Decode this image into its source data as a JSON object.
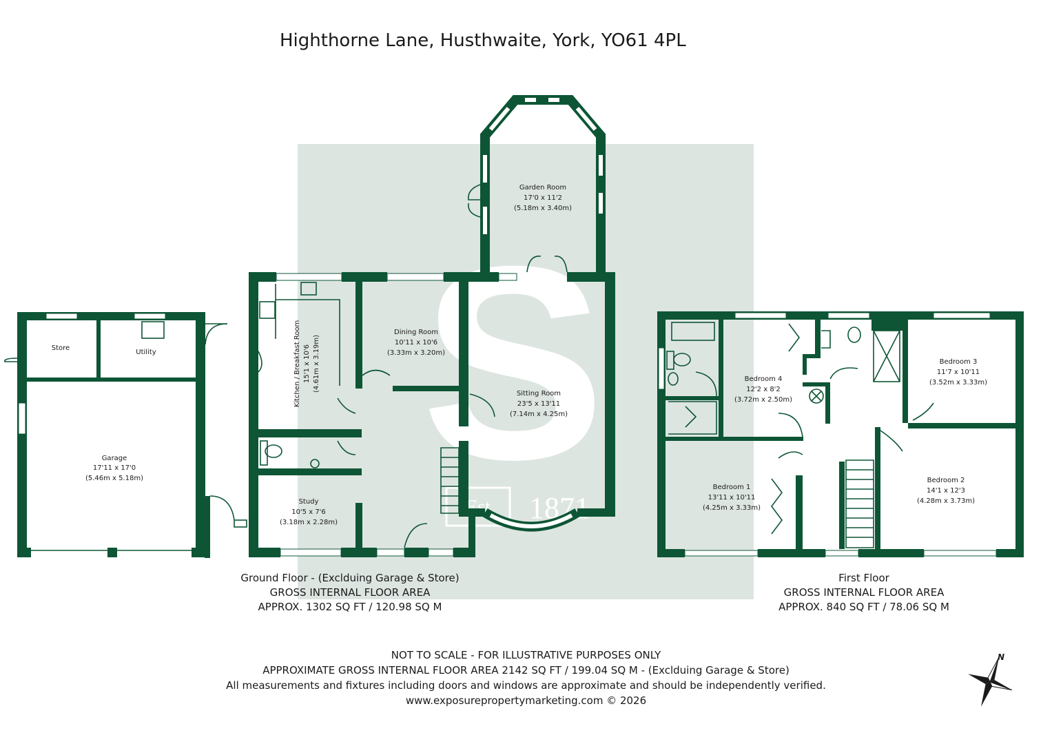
{
  "title": "Highthorne Lane, Husthwaite, York, YO61 4PL",
  "colors": {
    "wall": "#0d5535",
    "watermark": "#dde5e1",
    "text": "#1a1a1a"
  },
  "watermark": {
    "letter": "S",
    "logo": "1871",
    "logo_prefix": "Est"
  },
  "rooms": {
    "garden_room": {
      "name": "Garden Room",
      "imperial": "17'0 x 11'2",
      "metric": "(5.18m x 3.40m)"
    },
    "dining_room": {
      "name": "Dining Room",
      "imperial": "10'11 x 10'6",
      "metric": "(3.33m x 3.20m)"
    },
    "kitchen": {
      "name": "Kitchen / Breakfast Room",
      "imperial": "15'1 x 10'6",
      "metric": "(4.61m x 3.19m)"
    },
    "sitting_room": {
      "name": "Sitting Room",
      "imperial": "23'5 x 13'11",
      "metric": "(7.14m x 4.25m)"
    },
    "study": {
      "name": "Study",
      "imperial": "10'5 x 7'6",
      "metric": "(3.18m x 2.28m)"
    },
    "store": {
      "name": "Store"
    },
    "utility": {
      "name": "Utility"
    },
    "garage": {
      "name": "Garage",
      "imperial": "17'11 x 17'0",
      "metric": "(5.46m x 5.18m)"
    },
    "bedroom_1": {
      "name": "Bedroom 1",
      "imperial": "13'11 x 10'11",
      "metric": "(4.25m x 3.33m)"
    },
    "bedroom_2": {
      "name": "Bedroom 2",
      "imperial": "14'1 x 12'3",
      "metric": "(4.28m x 3.73m)"
    },
    "bedroom_3": {
      "name": "Bedroom 3",
      "imperial": "11'7 x 10'11",
      "metric": "(3.52m x 3.33m)"
    },
    "bedroom_4": {
      "name": "Bedroom 4",
      "imperial": "12'2 x 8'2",
      "metric": "(3.72m x 2.50m)"
    }
  },
  "ground_floor": {
    "label": "Ground Floor - (Exclduing Garage & Store)",
    "area_label": "GROSS INTERNAL FLOOR AREA",
    "area": "APPROX. 1302 SQ FT / 120.98 SQ M"
  },
  "first_floor": {
    "label": "First Floor",
    "area_label": "GROSS INTERNAL FLOOR AREA",
    "area": "APPROX. 840 SQ FT / 78.06 SQ M"
  },
  "footer": {
    "line1": "NOT TO SCALE - FOR ILLUSTRATIVE PURPOSES ONLY",
    "line2": "APPROXIMATE GROSS INTERNAL FLOOR AREA 2142 SQ FT / 199.04 SQ M - (Exclduing Garage & Store)",
    "line3": "All measurements and fixtures including doors and windows are approximate and should be independently verified.",
    "line4": "www.exposurepropertymarketing.com © 2026"
  },
  "compass": {
    "label": "N",
    "icon": "compass-rose-icon"
  }
}
